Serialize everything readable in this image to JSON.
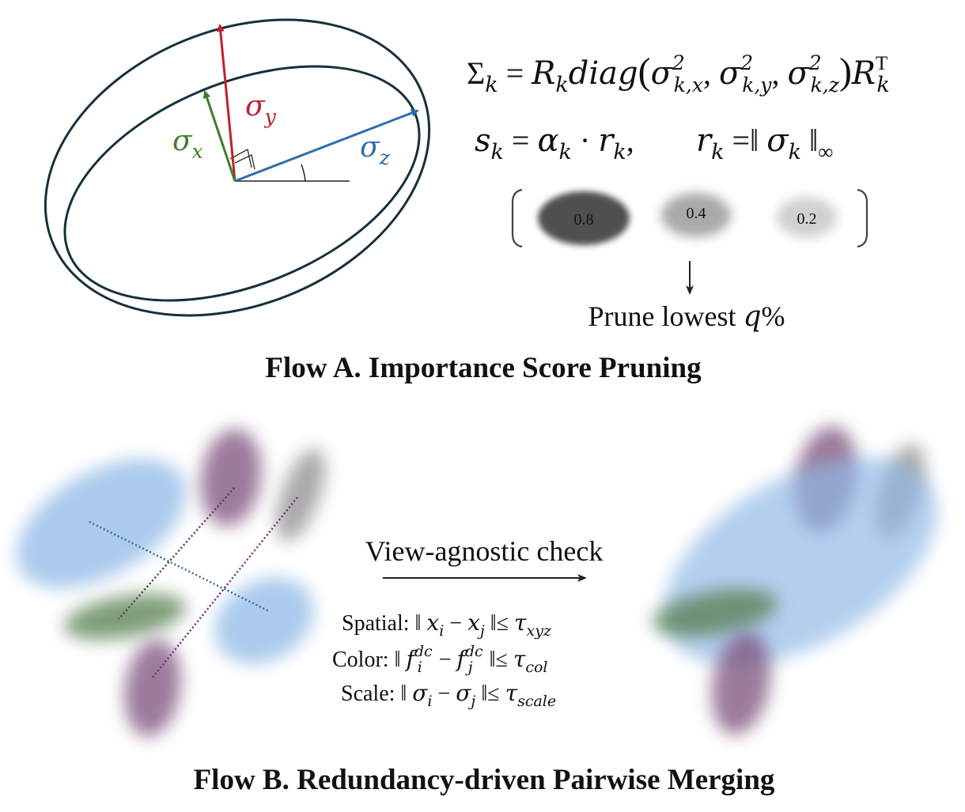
{
  "flow_a": {
    "title": "Flow A. Importance Score Pruning",
    "axis_labels": {
      "x": "σ",
      "x_sub": "x",
      "y": "σ",
      "y_sub": "y",
      "z": "σ",
      "z_sub": "z"
    },
    "colors": {
      "x_axis": "#3f7d2c",
      "y_axis": "#c0212c",
      "z_axis": "#2e6db0",
      "ellipsoid": "#16303d"
    },
    "score_chips": [
      "0.8",
      "0.4",
      "0.2"
    ],
    "prune_label_prefix": "Prune lowest ",
    "prune_label_var": "q",
    "prune_label_suffix": "%"
  },
  "flow_b": {
    "title": "Flow B. Redundancy-driven Pairwise Merging",
    "check_label": "View-agnostic check",
    "spatial_label": "Spatial:",
    "color_label": "Color:",
    "scale_label": "Scale:",
    "colors": {
      "blue": "#8fb9e6",
      "purple": "#7a4f7a",
      "green": "#557d4d",
      "gray": "#7d7d7d"
    }
  }
}
